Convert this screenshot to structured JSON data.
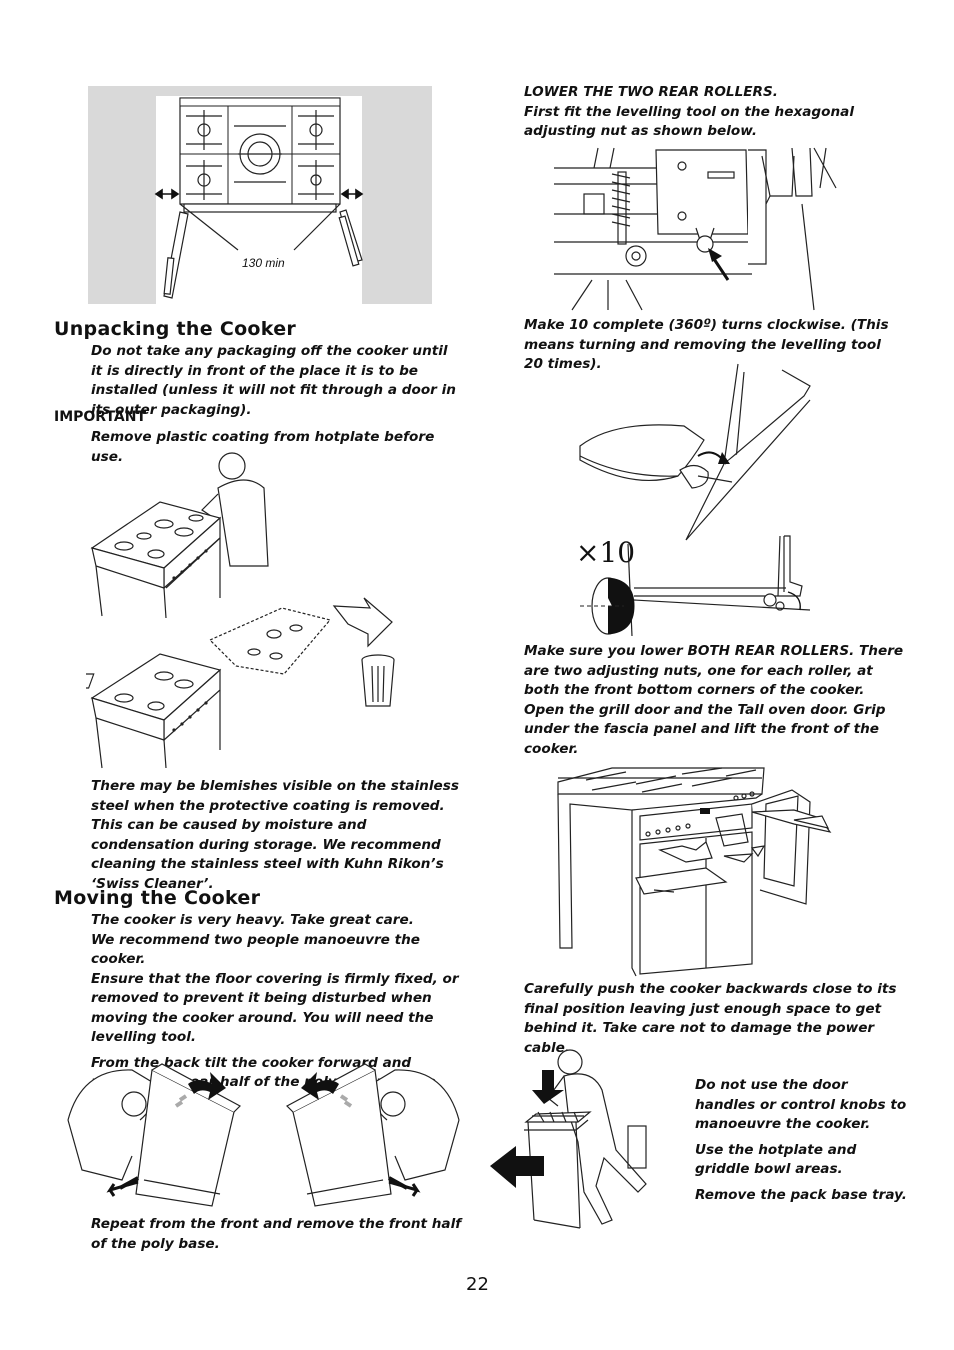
{
  "top_figure": {
    "label": "130 min"
  },
  "unpacking": {
    "title": "Unpacking the Cooker",
    "intro": "Do not take any packaging off the cooker until it is directly in front of the place it is to be installed (unless it will not fit through a door in its outer packaging).",
    "important_label": "IMPORTANT",
    "important_text": "Remove plastic coating from hotplate before use.",
    "blemish_note": "There may be blemishes visible on the stainless steel when the protective coating is removed. This can be caused by moisture and condensation during storage. We recommend cleaning the stainless steel with Kuhn Rikon’s ‘Swiss Cleaner’."
  },
  "moving": {
    "title": "Moving the Cooker",
    "para1": "The cooker is very heavy. Take great care.",
    "para2": "We recommend two people manoeuvre the cooker.",
    "para3": "Ensure that the floor covering is firmly fixed, or removed to prevent it being disturbed when moving the cooker around. You will need the levelling tool.",
    "para4": "From the back tilt the cooker forward and remove the rear half of the polystyrene base pack.",
    "para5": "Repeat from the front and remove the front half of the poly base."
  },
  "rollers": {
    "line1": "LOWER THE TWO REAR ROLLERS.",
    "line2": "First fit the levelling tool on the hexagonal adjusting nut as shown below.",
    "turns": "Make 10 complete (360º) turns clockwise. (This means turning and removing the levelling tool 20 times).",
    "times_label": "×10",
    "both": "Make sure you lower BOTH REAR ROLLERS. There are two adjusting nuts, one for each roller, at both the front bottom corners of the cooker. Open the grill door and the Tall oven door. Grip under the fascia panel and lift the front of the cooker.",
    "push": "Carefully push the cooker backwards close to its final position leaving just enough space to get behind it. Take care not to damage the power cable."
  },
  "tips": {
    "tip1": "Do not use the door handles or control knobs to manoeuvre the cooker.",
    "tip2": "Use the hotplate and griddle bowl areas.",
    "tip3": "Remove the pack base tray."
  },
  "page_number": "22"
}
